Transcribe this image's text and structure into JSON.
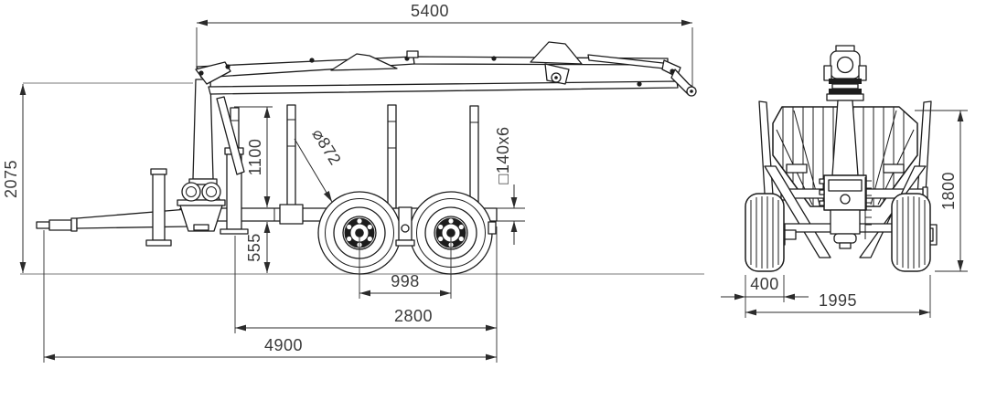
{
  "drawing": {
    "kind": "technical-drawing",
    "colors": {
      "line": "#1c1c1c",
      "dimension_text": "#3a3a3a",
      "guide_line": "#949494",
      "background": "#ffffff"
    },
    "side_view": {
      "crane_reach": "5400",
      "overall_height": "2075",
      "stake_height": "1100",
      "frame_height_above_ground": "555",
      "wheel_diameter": "⌀872",
      "frame_profile": "□140x6",
      "bogie_wheel_spacing": "998",
      "support_to_rear_length": "2800",
      "overall_length": "4900"
    },
    "rear_view": {
      "load_area_height": "1800",
      "tire_width": "400",
      "overall_width": "1995"
    }
  }
}
